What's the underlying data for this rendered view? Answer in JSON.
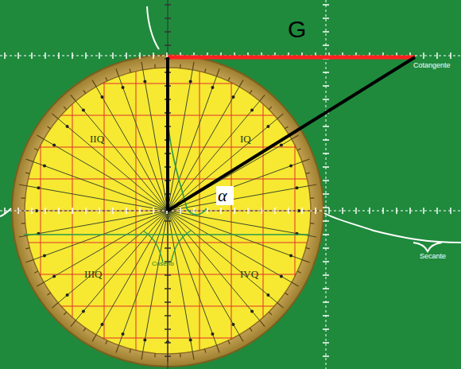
{
  "diagram": {
    "labels": [
      "G",
      "α",
      "IQ",
      "IIQ",
      "IIIQ",
      "IVQ",
      "Cotangente",
      "Secante",
      "Coseno"
    ]
  }
}
